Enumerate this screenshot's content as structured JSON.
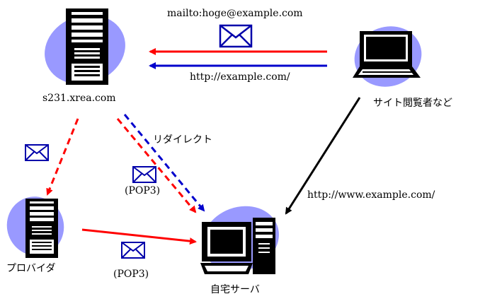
{
  "nodes": {
    "xrea_server": {
      "label": "s231.xrea.com",
      "icon": "tower-server-icon"
    },
    "visitor_laptop": {
      "label": "サイト閲覧者など",
      "icon": "laptop-icon"
    },
    "provider_server": {
      "label": "プロバイダ",
      "icon": "tower-server-icon"
    },
    "home_server": {
      "label": "自宅サーバ",
      "icon": "desktop-computer-icon"
    }
  },
  "edges": {
    "mailto": {
      "label": "mailto:hoge@example.com",
      "color": "#ff0000",
      "style": "solid"
    },
    "http_site": {
      "label": "http://example.com/",
      "color": "#0000cc",
      "style": "solid"
    },
    "redirect": {
      "label": "リダイレクト",
      "color": "#0000cc",
      "style": "dashed"
    },
    "pop3_xrea_to_home": {
      "label": "(POP3)",
      "color": "#ff0000",
      "style": "dashed"
    },
    "xrea_to_provider": {
      "label": "",
      "color": "#ff0000",
      "style": "dashed"
    },
    "pop3_provider_to_home": {
      "label": "(POP3)",
      "color": "#ff0000",
      "style": "solid"
    },
    "http_www": {
      "label": "http://www.example.com/",
      "color": "#000000",
      "style": "solid"
    }
  },
  "colors": {
    "blob": "#9999ff",
    "mail_icon": "#0000aa",
    "red_arrow": "#ff0000",
    "blue_arrow": "#0000cc",
    "black_arrow": "#000000"
  }
}
